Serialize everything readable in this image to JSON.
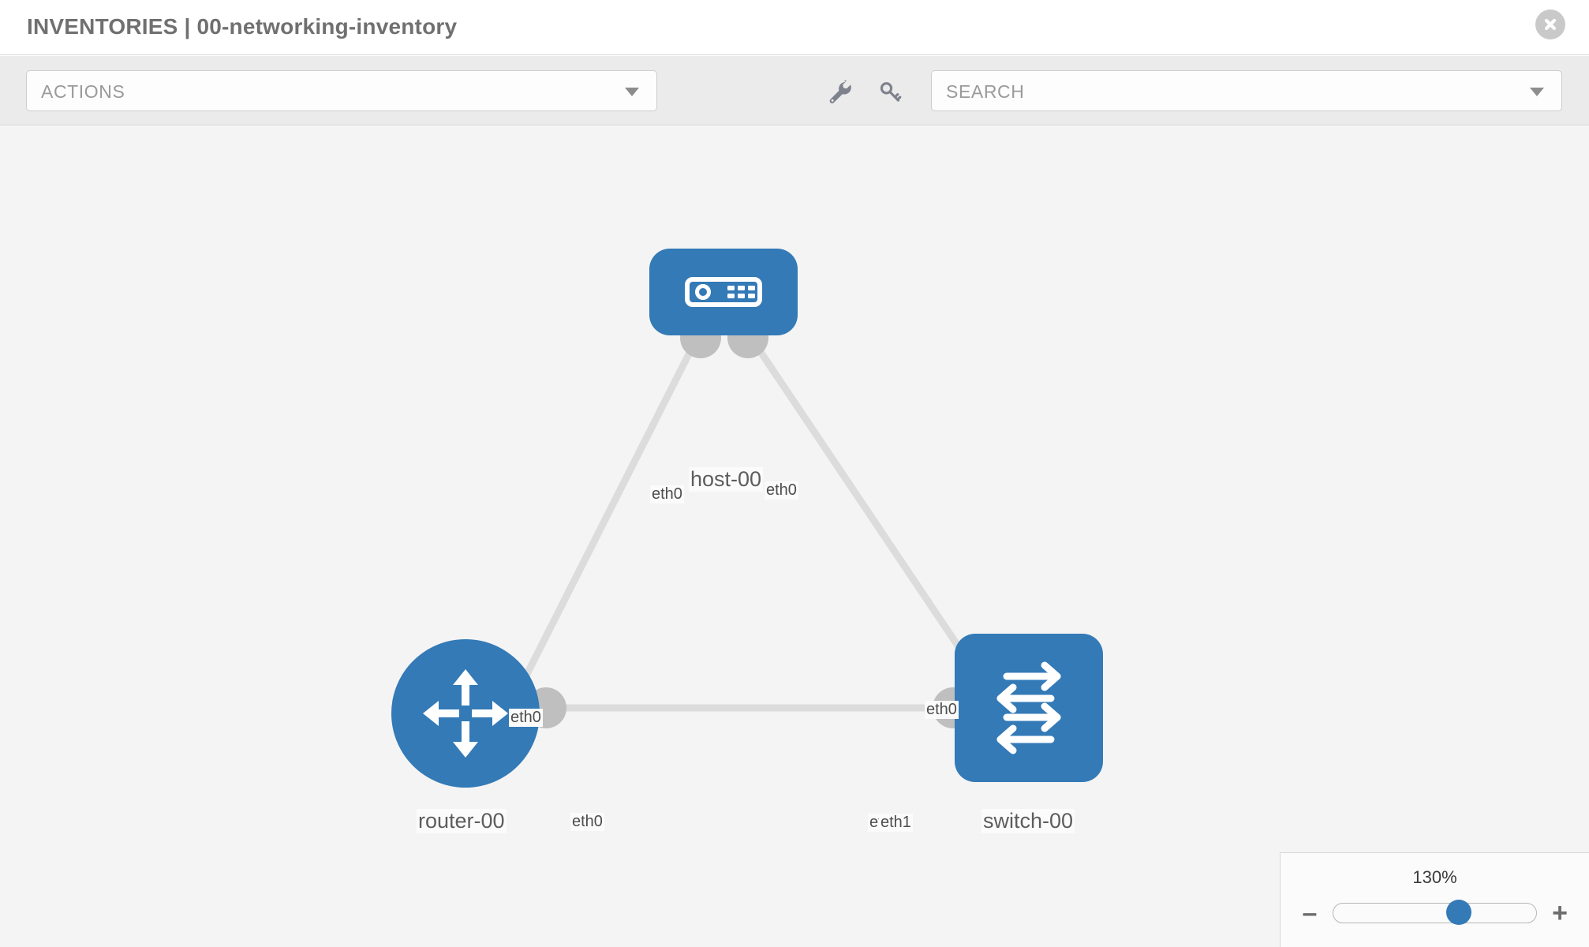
{
  "header": {
    "breadcrumb": "INVENTORIES | 00-networking-inventory",
    "close_icon": "close-circle-icon"
  },
  "toolbar": {
    "actions_label": "ACTIONS",
    "actions_caret": "chevron-down-icon",
    "wrench_icon": "wrench-icon",
    "key_icon": "key-icon",
    "search_placeholder": "SEARCH",
    "search_value": "",
    "search_caret": "chevron-down-icon"
  },
  "topology": {
    "nodes": [
      {
        "id": "host-00",
        "label": "host-00",
        "icon": "server-icon",
        "shape": "rounded-rect",
        "color": "#337ab7"
      },
      {
        "id": "router-00",
        "label": "router-00",
        "icon": "router-icon",
        "shape": "circle",
        "color": "#337ab7"
      },
      {
        "id": "switch-00",
        "label": "switch-00",
        "icon": "switch-icon",
        "shape": "rounded-rect",
        "color": "#337ab7"
      }
    ],
    "interfaces": {
      "host_to_router": "eth0",
      "host_to_switch": "eth0",
      "router_to_host": "eth0",
      "switch_to_host": "eth0",
      "router_to_switch": "eth0",
      "switch_to_router_a": "eth",
      "switch_to_router_b": "eth1"
    },
    "link_color": "#dcdcdc",
    "connector_color": "#bfbfbf",
    "background": "#f4f4f4"
  },
  "zoom": {
    "percent": "130%",
    "minus_label": "–",
    "plus_label": "+",
    "value": 62
  }
}
